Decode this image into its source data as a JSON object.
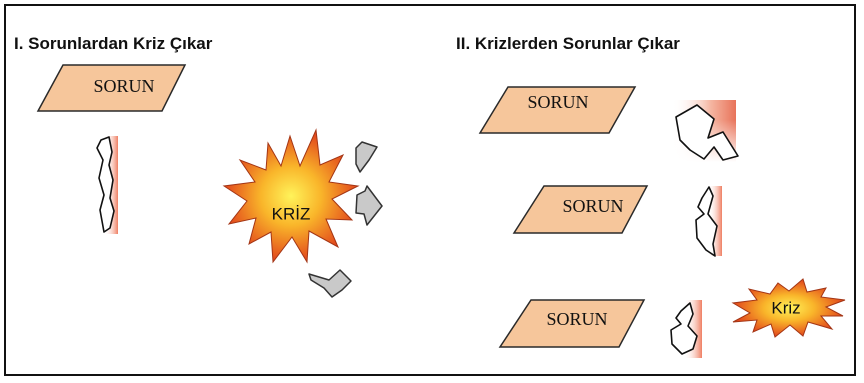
{
  "panel1": {
    "title": "I.  Sorunlardan Kriz Çıkar",
    "sorun_label": "SORUN",
    "kriz_label": "KRİZ"
  },
  "panel2": {
    "title": "II.  Krizlerden Sorunlar Çıkar",
    "sorun_labels": [
      "SORUN",
      "SORUN",
      "SORUN"
    ],
    "kriz_label": "Kriz"
  },
  "colors": {
    "box_fill": "#f6c69b",
    "arrow_fill": "#c9c9c9",
    "burst_outer": "#e8561f",
    "burst_inner": "#ffe14a",
    "frame": "#111111"
  }
}
